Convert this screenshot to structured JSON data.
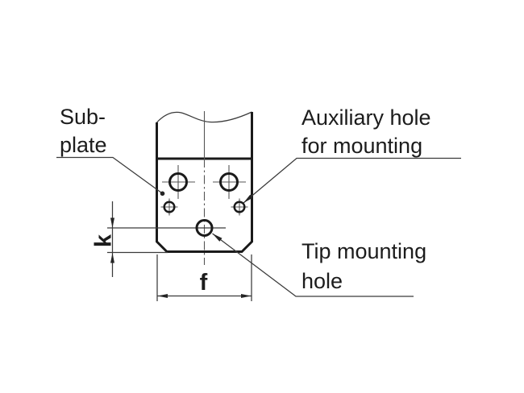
{
  "figure": {
    "title": "Sub-plate mounting hole diagram",
    "colors": {
      "background": "#ffffff",
      "outline": "#1a1a1a",
      "thin_line": "#3a3a3a",
      "text": "#1c1c1c"
    },
    "labels": {
      "subplate_line1": "Sub-",
      "subplate_line2": "plate",
      "auxiliary_line1": "Auxiliary hole",
      "auxiliary_line2": "for mounting",
      "tip_line1": "Tip mounting",
      "tip_line2": "hole"
    },
    "dimensions": {
      "width_label": "f",
      "height_label": "k"
    }
  }
}
